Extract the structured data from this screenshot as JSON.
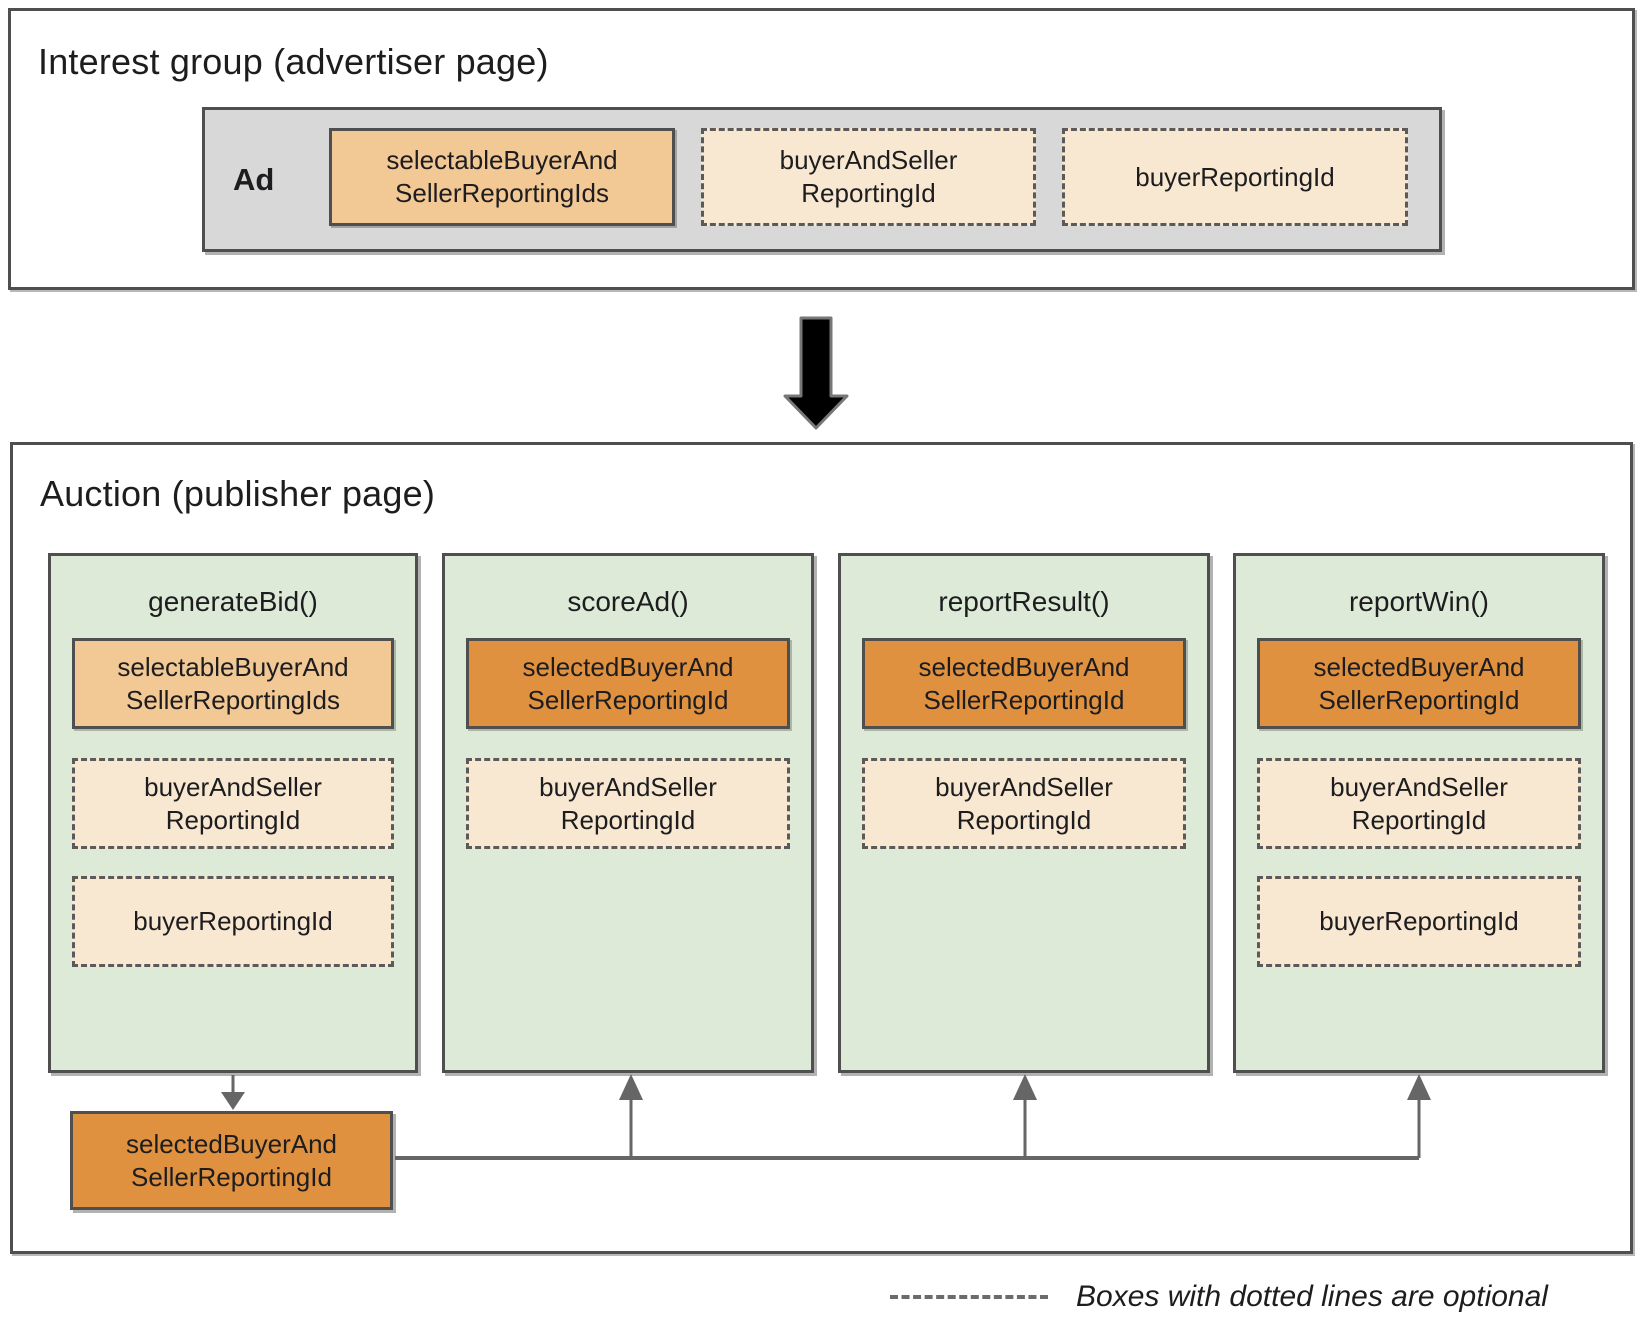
{
  "colors": {
    "panel_border": "#4f4f4f",
    "connector_gray": "#666666",
    "flow_arrow_black": "#000000",
    "ad_strip_gray": "#d8d8d8",
    "light_orange": "#f2c895",
    "dark_orange": "#df9140",
    "cream": "#f8e7d1",
    "green": "#dcead7"
  },
  "interest_group": {
    "title": "Interest group (advertiser page)",
    "ad_label": "Ad",
    "chips": [
      {
        "label": "selectableBuyerAnd\nSellerReportingIds",
        "optional": false,
        "emphasis": "light-orange"
      },
      {
        "label": "buyerAndSeller\nReportingId",
        "optional": true,
        "emphasis": "cream"
      },
      {
        "label": "buyerReportingId",
        "optional": true,
        "emphasis": "cream"
      }
    ]
  },
  "auction": {
    "title": "Auction (publisher page)",
    "columns": [
      {
        "name": "generateBid()",
        "items": [
          {
            "label": "selectableBuyerAnd\nSellerReportingIds",
            "optional": false,
            "emphasis": "light-orange"
          },
          {
            "label": "buyerAndSeller\nReportingId",
            "optional": true,
            "emphasis": "cream"
          },
          {
            "label": "buyerReportingId",
            "optional": true,
            "emphasis": "cream"
          }
        ]
      },
      {
        "name": "scoreAd()",
        "items": [
          {
            "label": "selectedBuyerAnd\nSellerReportingId",
            "optional": false,
            "emphasis": "dark-orange"
          },
          {
            "label": "buyerAndSeller\nReportingId",
            "optional": true,
            "emphasis": "cream"
          }
        ]
      },
      {
        "name": "reportResult()",
        "items": [
          {
            "label": "selectedBuyerAnd\nSellerReportingId",
            "optional": false,
            "emphasis": "dark-orange"
          },
          {
            "label": "buyerAndSeller\nReportingId",
            "optional": true,
            "emphasis": "cream"
          }
        ]
      },
      {
        "name": "reportWin()",
        "items": [
          {
            "label": "selectedBuyerAnd\nSellerReportingId",
            "optional": false,
            "emphasis": "dark-orange"
          },
          {
            "label": "buyerAndSeller\nReportingId",
            "optional": true,
            "emphasis": "cream"
          },
          {
            "label": "buyerReportingId",
            "optional": true,
            "emphasis": "cream"
          }
        ]
      }
    ],
    "output": {
      "label": "selectedBuyerAnd\nSellerReportingId",
      "emphasis": "dark-orange"
    }
  },
  "legend": {
    "label": "Boxes with dotted lines are optional"
  }
}
